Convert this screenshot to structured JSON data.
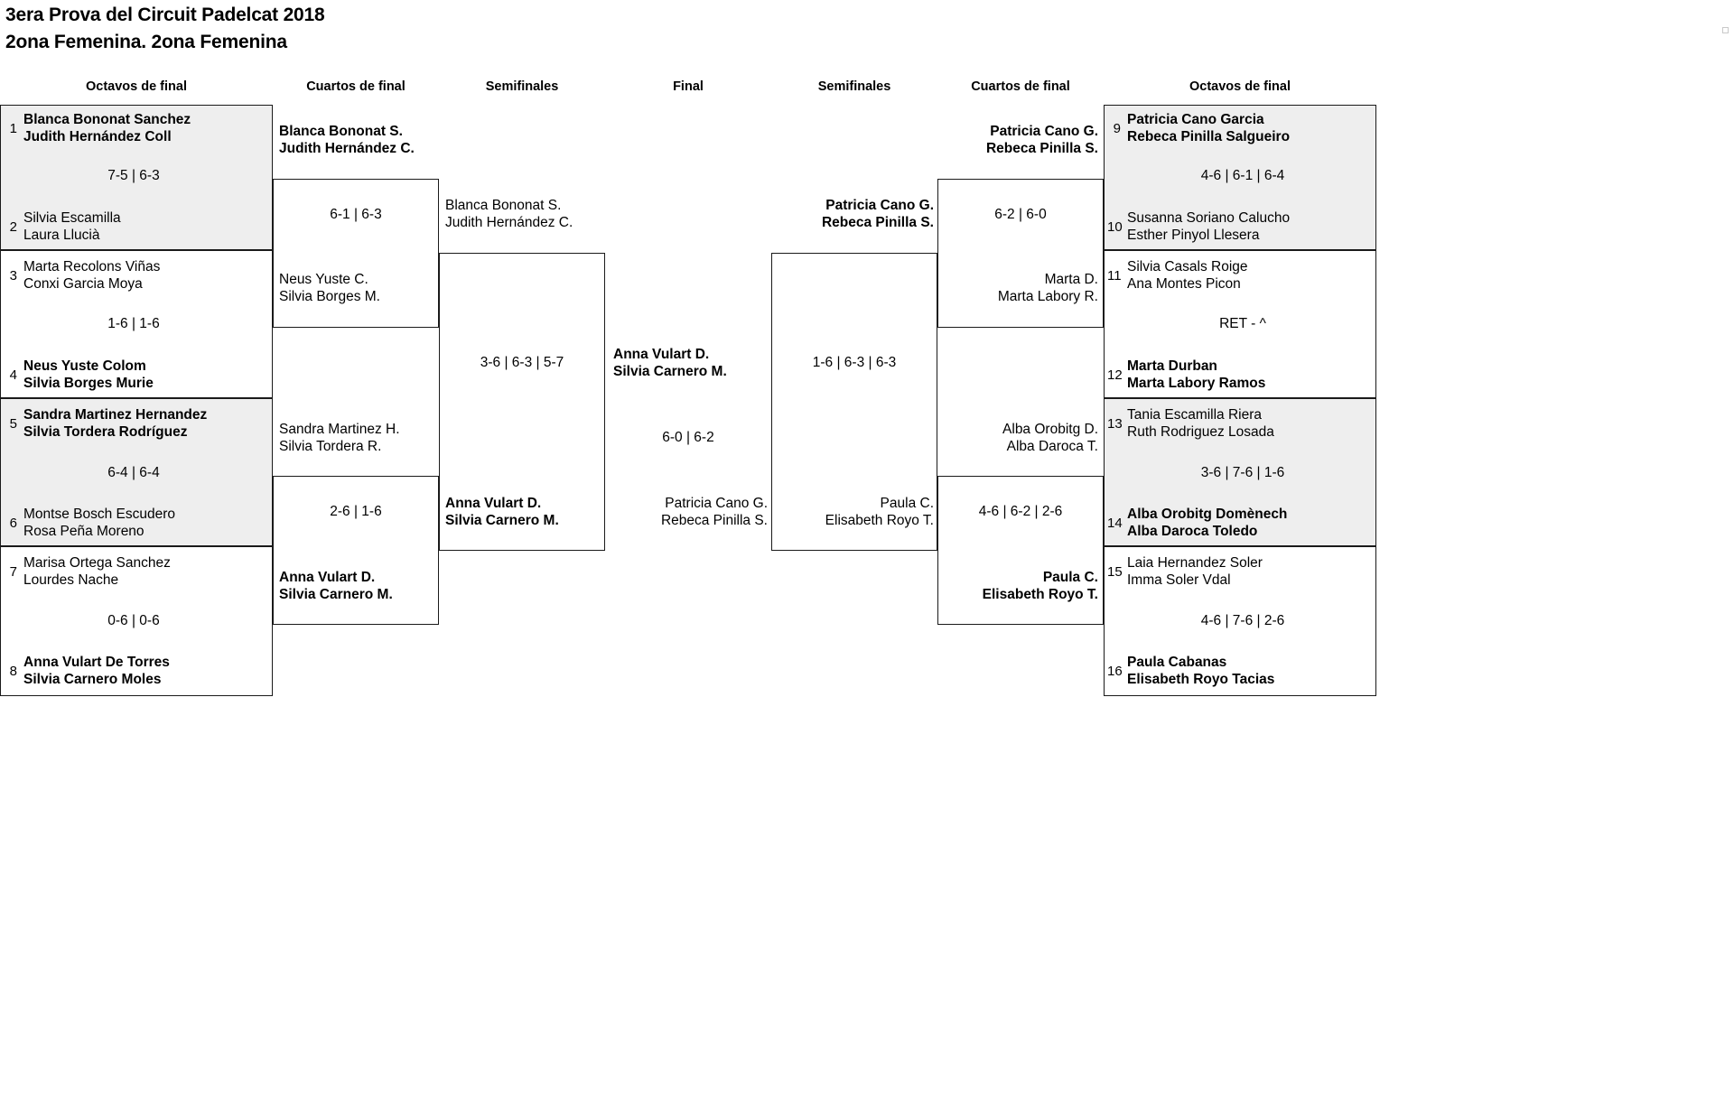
{
  "title": {
    "line1": "3era Prova del Circuit Padelcat 2018",
    "line2": "2ona Femenina. 2ona Femenina"
  },
  "round_headings": {
    "left_r16": "Octavos de final",
    "left_qf": "Cuartos de final",
    "left_sf": "Semifinales",
    "final": "Final",
    "right_sf": "Semifinales",
    "right_qf": "Cuartos de final",
    "right_r16": "Octavos de final"
  },
  "colors": {
    "shade": "#eeeeee",
    "line": "#1a1a1a",
    "text": "#000000",
    "background": "#ffffff"
  },
  "left": {
    "r16": [
      {
        "seed": "1",
        "p1": "Blanca Bononat Sanchez",
        "p2": "Judith Hernández Coll",
        "winner": true
      },
      {
        "seed": "2",
        "p1": "Silvia Escamilla",
        "p2": "Laura Llucià",
        "winner": false
      },
      {
        "seed": "3",
        "p1": "Marta Recolons Viñas",
        "p2": "Conxi Garcia Moya",
        "winner": false
      },
      {
        "seed": "4",
        "p1": "Neus Yuste Colom",
        "p2": "Silvia Borges Murie",
        "winner": true
      },
      {
        "seed": "5",
        "p1": "Sandra Martinez Hernandez",
        "p2": "Silvia Tordera Rodríguez",
        "winner": true
      },
      {
        "seed": "6",
        "p1": "Montse Bosch Escudero",
        "p2": "Rosa Peña Moreno",
        "winner": false
      },
      {
        "seed": "7",
        "p1": "Marisa Ortega Sanchez",
        "p2": "Lourdes Nache",
        "winner": false
      },
      {
        "seed": "8",
        "p1": "Anna Vulart De Torres",
        "p2": "Silvia Carnero Moles",
        "winner": true
      }
    ],
    "r16_scores": [
      "7-5 | 6-3",
      "1-6 | 1-6",
      "6-4 | 6-4",
      "0-6 | 0-6"
    ],
    "qf": [
      {
        "p1": "Blanca Bononat S.",
        "p2": "Judith Hernández C.",
        "winner": true
      },
      {
        "p1": "Neus Yuste C.",
        "p2": "Silvia Borges M.",
        "winner": false
      },
      {
        "p1": "Sandra Martinez H.",
        "p2": "Silvia Tordera R.",
        "winner": false
      },
      {
        "p1": "Anna Vulart D.",
        "p2": "Silvia Carnero M.",
        "winner": true
      }
    ],
    "qf_scores": [
      "6-1 | 6-3",
      "2-6 | 1-6"
    ],
    "sf": [
      {
        "p1": "Blanca Bononat S.",
        "p2": "Judith Hernández C.",
        "winner": false
      },
      {
        "p1": "Anna Vulart D.",
        "p2": "Silvia Carnero M.",
        "winner": true
      }
    ],
    "sf_score": "3-6 | 6-3 | 5-7"
  },
  "final": {
    "team_left": {
      "p1": "Anna Vulart D.",
      "p2": "Silvia Carnero M.",
      "winner": true
    },
    "team_right": {
      "p1": "Patricia Cano G.",
      "p2": "Rebeca Pinilla S.",
      "winner": false
    },
    "score": "6-0 | 6-2"
  },
  "right": {
    "sf": [
      {
        "p1": "Patricia Cano G.",
        "p2": "Rebeca Pinilla S.",
        "winner": true
      },
      {
        "p1": "Paula C.",
        "p2": "Elisabeth Royo T.",
        "winner": false
      }
    ],
    "sf_score": "1-6 | 6-3 | 6-3",
    "qf": [
      {
        "p1": "Patricia Cano G.",
        "p2": "Rebeca Pinilla S.",
        "winner": true
      },
      {
        "p1": "Marta D.",
        "p2": "Marta Labory R.",
        "winner": false
      },
      {
        "p1": "Alba Orobitg D.",
        "p2": "Alba Daroca T.",
        "winner": false
      },
      {
        "p1": "Paula C.",
        "p2": "Elisabeth Royo T.",
        "winner": true
      }
    ],
    "qf_scores": [
      "6-2 | 6-0",
      "4-6 | 6-2 | 2-6"
    ],
    "r16": [
      {
        "seed": "9",
        "p1": "Patricia Cano Garcia",
        "p2": "Rebeca Pinilla Salgueiro",
        "winner": true
      },
      {
        "seed": "10",
        "p1": "Susanna Soriano Calucho",
        "p2": "Esther Pinyol Llesera",
        "winner": false
      },
      {
        "seed": "11",
        "p1": "Silvia Casals Roige",
        "p2": "Ana Montes Picon",
        "winner": false
      },
      {
        "seed": "12",
        "p1": "Marta Durban",
        "p2": "Marta Labory Ramos",
        "winner": true
      },
      {
        "seed": "13",
        "p1": "Tania Escamilla Riera",
        "p2": "Ruth Rodriguez Losada",
        "winner": false
      },
      {
        "seed": "14",
        "p1": "Alba Orobitg Domènech",
        "p2": "Alba Daroca Toledo",
        "winner": true
      },
      {
        "seed": "15",
        "p1": "Laia Hernandez Soler",
        "p2": "Imma Soler Vdal",
        "winner": false
      },
      {
        "seed": "16",
        "p1": "Paula Cabanas",
        "p2": "Elisabeth Royo Tacias",
        "winner": true
      }
    ],
    "r16_scores": [
      "4-6 | 6-1 | 6-4",
      "RET - ^",
      "3-6 | 7-6 | 1-6",
      "4-6 | 7-6 | 2-6"
    ]
  }
}
